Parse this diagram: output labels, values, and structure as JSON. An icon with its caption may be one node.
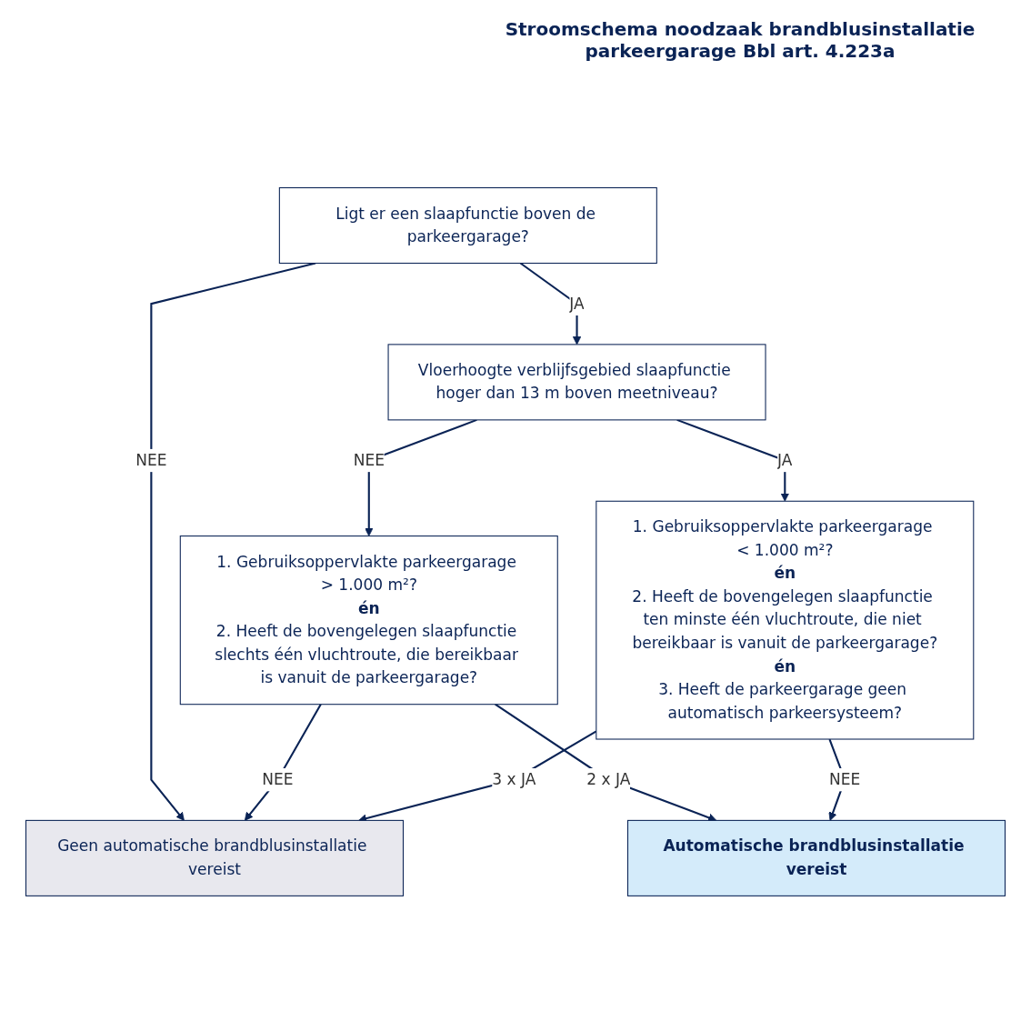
{
  "diagram": {
    "title": "Stroomschema noodzaak brandblusinstallatie parkeergarage Bbl art. 4.223a",
    "nodes": [
      {
        "text": [
          "Ligt er een slaapfunctie boven de parkeergarage?"
        ]
      },
      {
        "text": [
          "Vloerhoogte verblijfsgebied slaapfunctie hoger dan 13 m boven meetniveau?"
        ]
      },
      {
        "text": [
          "1. Gebruiksoppervlakte parkeergarage > 1.000 m²?",
          "**én**",
          "2. Heeft de bovengelegen slaapfunctie slechts één vluchtroute, die bereikbaar is vanuit de parkeergarage?"
        ]
      },
      {
        "text": [
          "1. Gebruiksoppervlakte parkeergarage < 1.000 m²?",
          "**én**",
          "2. Heeft de bovengelegen slaapfunctie ten minste één vluchtroute, die niet bereikbaar is vanuit de parkeergarage?",
          "**én**",
          "3. Heeft de parkeergarage geen automatisch parkeersysteem?"
        ]
      },
      {
        "text": [
          "Automatische brandblusinstallatie vereist"
        ]
      },
      {
        "text": [
          "Geen automatische brandblusinstallatie vereist"
        ]
      }
    ],
    "edges": [
      {
        "from": 0,
        "to": 5,
        "label": "NEE",
        "arrow": "to"
      },
      {
        "from": 0,
        "to": 1,
        "label": "JA",
        "arrow": "to"
      },
      {
        "from": 1,
        "to": 2,
        "label": "NEE",
        "arrow": "to"
      },
      {
        "from": 1,
        "to": 3,
        "label": "JA",
        "arrow": "to"
      },
      {
        "from": 2,
        "to": 5,
        "label": "NEE",
        "arrow": "to"
      },
      {
        "from": 2,
        "to": 4,
        "label": "2 x JA",
        "arrow": "to"
      },
      {
        "from": 3,
        "to": 4,
        "label": "NEE",
        "arrow": "to"
      },
      {
        "from": 3,
        "to": 5,
        "label": "3 x JA",
        "arrow": "to"
      }
    ]
  }
}
